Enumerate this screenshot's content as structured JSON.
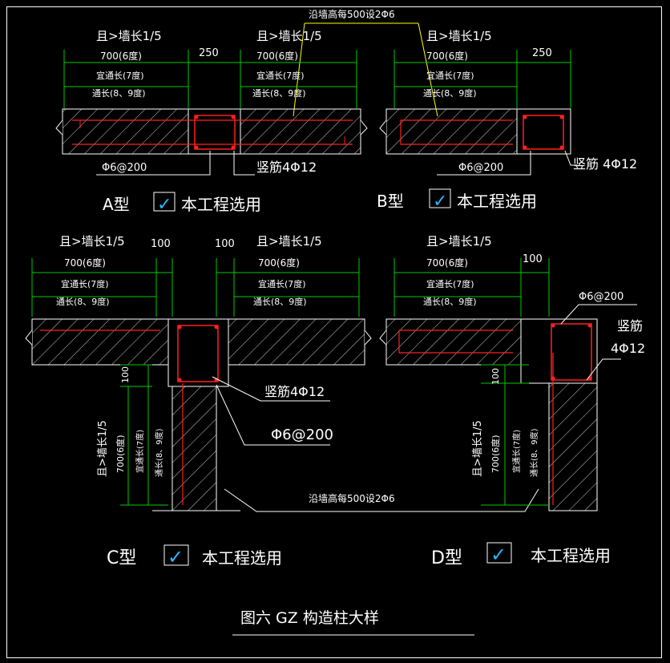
{
  "colors": {
    "background": "#000000",
    "wall": "#ffffff",
    "rebar": "#ff2020",
    "dimension": "#00cc00",
    "leader": "#ffff00",
    "text": "#ffffff"
  },
  "labels": {
    "top_note": "沿墙高每500设2Φ6",
    "mid_note": "沿墙高每500设2Φ6",
    "wall_ratio": "且>墙长1/5",
    "len_700": "700(6度)",
    "len_7": "宜通长(7度)",
    "len_89": "通长(8、9度)",
    "dim_250": "250",
    "dim_100": "100",
    "stirrup": "Φ6@200",
    "vertical_bar": "竖筋4Φ12",
    "vertical_bar_b": "竖筋 4Φ12",
    "vertical_bar_d1": "竖筋",
    "vertical_bar_d2": "4Φ12",
    "selected": "本工程选用",
    "figure_title": "图六 GZ 构造柱大样"
  },
  "types": {
    "a": "A型",
    "b": "B型",
    "c": "C型",
    "d": "D型"
  },
  "checkmark": "✓"
}
